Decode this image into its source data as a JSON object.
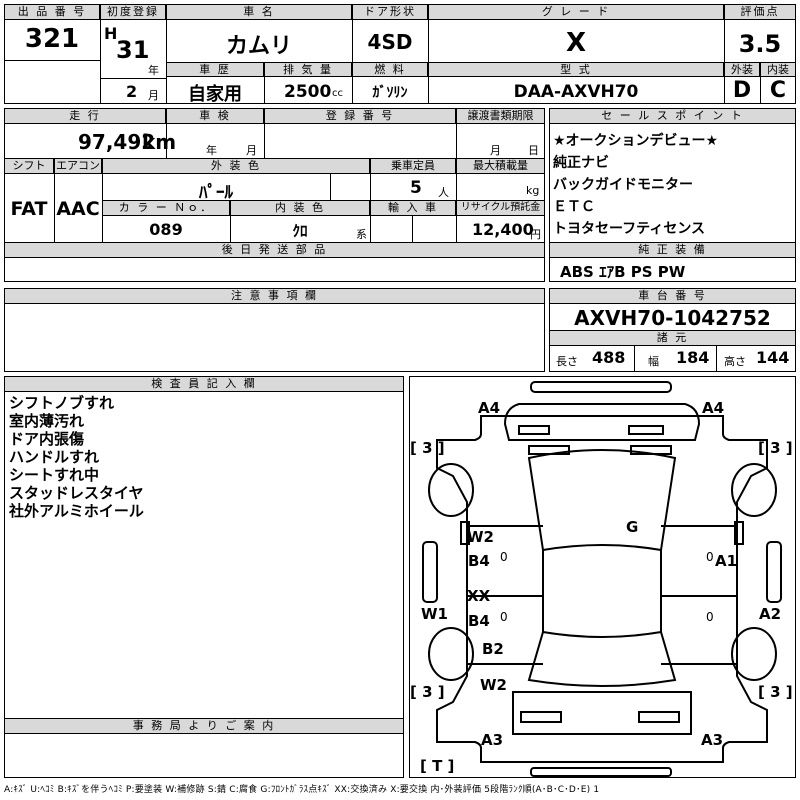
{
  "row1": {
    "lot_label": "出 品 番 号",
    "lot": "321",
    "first_reg_label": "初度登録",
    "era": "H",
    "year": "31",
    "year_unit": "年",
    "month": "2",
    "month_unit": "月",
    "car_name_label": "車 名",
    "car_name": "カムリ",
    "door_label": "ドア形状",
    "door": "4SD",
    "grade_label": "グ レ ー ド",
    "grade": "X",
    "score_label": "評価点",
    "score": "3.5",
    "history_label": "車 歴",
    "history": "自家用",
    "displacement_label": "排 気 量",
    "displacement": "2500",
    "displacement_unit": "cc",
    "fuel_label": "燃 料",
    "fuel": "ｶﾞｿﾘﾝ",
    "model_label": "型 式",
    "model": "DAA-AXVH70",
    "exterior_label": "外装",
    "exterior": "D",
    "interior_label": "内装",
    "interior": "C"
  },
  "row2": {
    "mileage_label": "走 行",
    "mileage": "97,492",
    "mileage_unit": "km",
    "inspection_label": "車 検",
    "insp_year_unit": "年",
    "insp_month_unit": "月",
    "reg_no_label": "登 録 番 号",
    "transfer_label": "譲渡書類期限",
    "transfer_month_unit": "月",
    "transfer_day_unit": "日",
    "shift_label": "シフト",
    "shift": "FAT",
    "ac_label": "エアコン",
    "ac": "AAC",
    "ext_color_label": "外 装 色",
    "ext_color": "ﾊﾟｰﾙ",
    "capacity_label": "乗車定員",
    "capacity": "5",
    "capacity_unit": "人",
    "max_load_label": "最大積載量",
    "max_load_unit": "kg",
    "color_no_label": "カ ラ ー Ｎｏ．",
    "color_no": "089",
    "int_color_label": "内 装 色",
    "int_color": "ｸﾛ",
    "int_color_unit": "系",
    "import_label": "輸 入 車",
    "recycle_label": "リサイクル預託金",
    "recycle": "12,400",
    "recycle_unit": "円",
    "later_parts_label": "後 日 発 送 部 品"
  },
  "sales_points": {
    "label": "セ ー ル ス ポ イ ン ト",
    "items": [
      "★オークションデビュー★",
      "純正ナビ",
      "バックガイドモニター",
      "ＥＴＣ",
      "トヨタセーフティセンス"
    ]
  },
  "genuine": {
    "label": "純 正 装 備",
    "value": "ABS ｴｱB PS PW"
  },
  "notes": {
    "label": "注 意 事 項 欄"
  },
  "chassis": {
    "label": "車 台 番 号",
    "value": "AXVH70-1042752",
    "specs_label": "諸 元",
    "length_label": "長さ",
    "length": "488",
    "width_label": "幅",
    "width": "184",
    "height_label": "高さ",
    "height": "144"
  },
  "inspector": {
    "label": "検 査 員 記 入 欄",
    "items": [
      "シフトノブすれ",
      "室内薄汚れ",
      "ドア内張傷",
      "ハンドルすれ",
      "シートすれ中",
      "スタッドレスタイヤ",
      "社外アルミホイール"
    ]
  },
  "office": {
    "label": "事 務 局 よ り ご 案 内"
  },
  "diagram": {
    "marks": [
      "A4",
      "A4",
      "[ 3 ]",
      "[ 3 ]",
      "G",
      "W2",
      "B4",
      "0",
      "0",
      "A1",
      "XX",
      "B4",
      "0",
      "0",
      "W1",
      "A2",
      "B2",
      "W2",
      "[ 3 ]",
      "[ 3 ]",
      "A3",
      "A3",
      "[ T ]"
    ]
  },
  "legend": "A:ｷｽﾞ U:ﾍｺﾐ B:ｷｽﾞを伴うﾍｺﾐ P:要塗装 W:補修跡 S:錆 C:腐食 G:ﾌﾛﾝﾄｶﾞﾗｽ点ｷｽﾞ XX:交換済み X:要交換 内･外装評価 5段階ﾗﾝｸ順(A･B･C･D･E) 1"
}
